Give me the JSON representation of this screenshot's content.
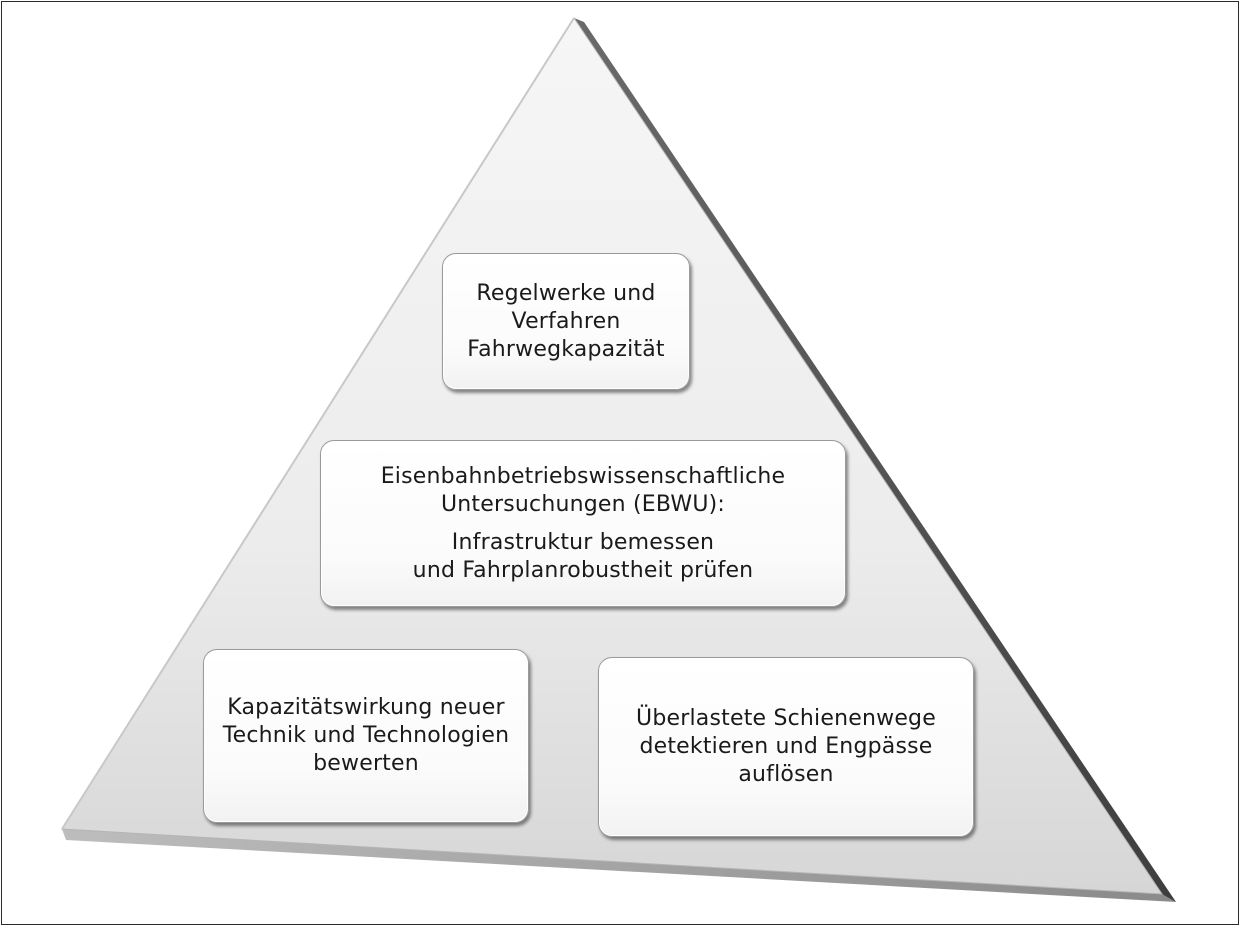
{
  "diagram": {
    "colors": {
      "pyramid_fill_top": "#f4f4f4",
      "pyramid_fill_bottom": "#d8d8d8",
      "pyramid_edge": "#5a5a5a",
      "box_border": "#9a9a9a"
    },
    "boxes": {
      "top": {
        "lines": [
          "Regelwerke und",
          "Verfahren",
          "Fahrwegkapazität"
        ]
      },
      "middle": {
        "heading_lines": [
          "Eisenbahnbetriebswissenschaftliche",
          "Untersuchungen (EBWU):"
        ],
        "body_lines": [
          "Infrastruktur bemessen",
          "und Fahrplanrobustheit prüfen"
        ]
      },
      "bottom_left": {
        "lines": [
          "Kapazitätswirkung neuer",
          "Technik und Technologien",
          "bewerten"
        ]
      },
      "bottom_right": {
        "lines": [
          "Überlastete Schienenwege",
          "detektieren und Engpässe",
          "auflösen"
        ]
      }
    }
  }
}
